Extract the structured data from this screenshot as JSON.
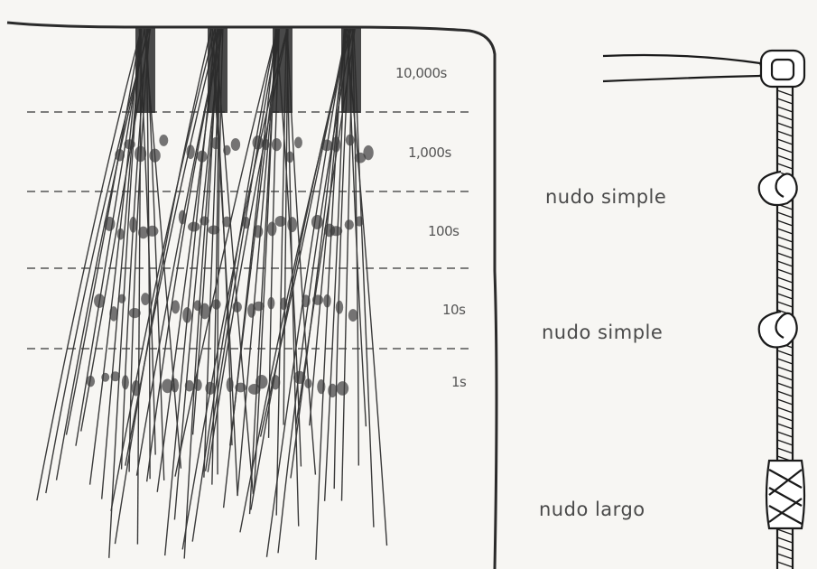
{
  "place_values": [
    "10,000s",
    "1,000s",
    "100s",
    "10s",
    "1s"
  ],
  "knot_labels": [
    "nudo simple",
    "nudo simple",
    "nudo largo"
  ],
  "icons": {
    "quipu": "quipu-drawing-icon",
    "cord": "knotted-cord-icon"
  },
  "colors": {
    "ink": "#2b2b2b",
    "paper": "#f7f6f3"
  }
}
